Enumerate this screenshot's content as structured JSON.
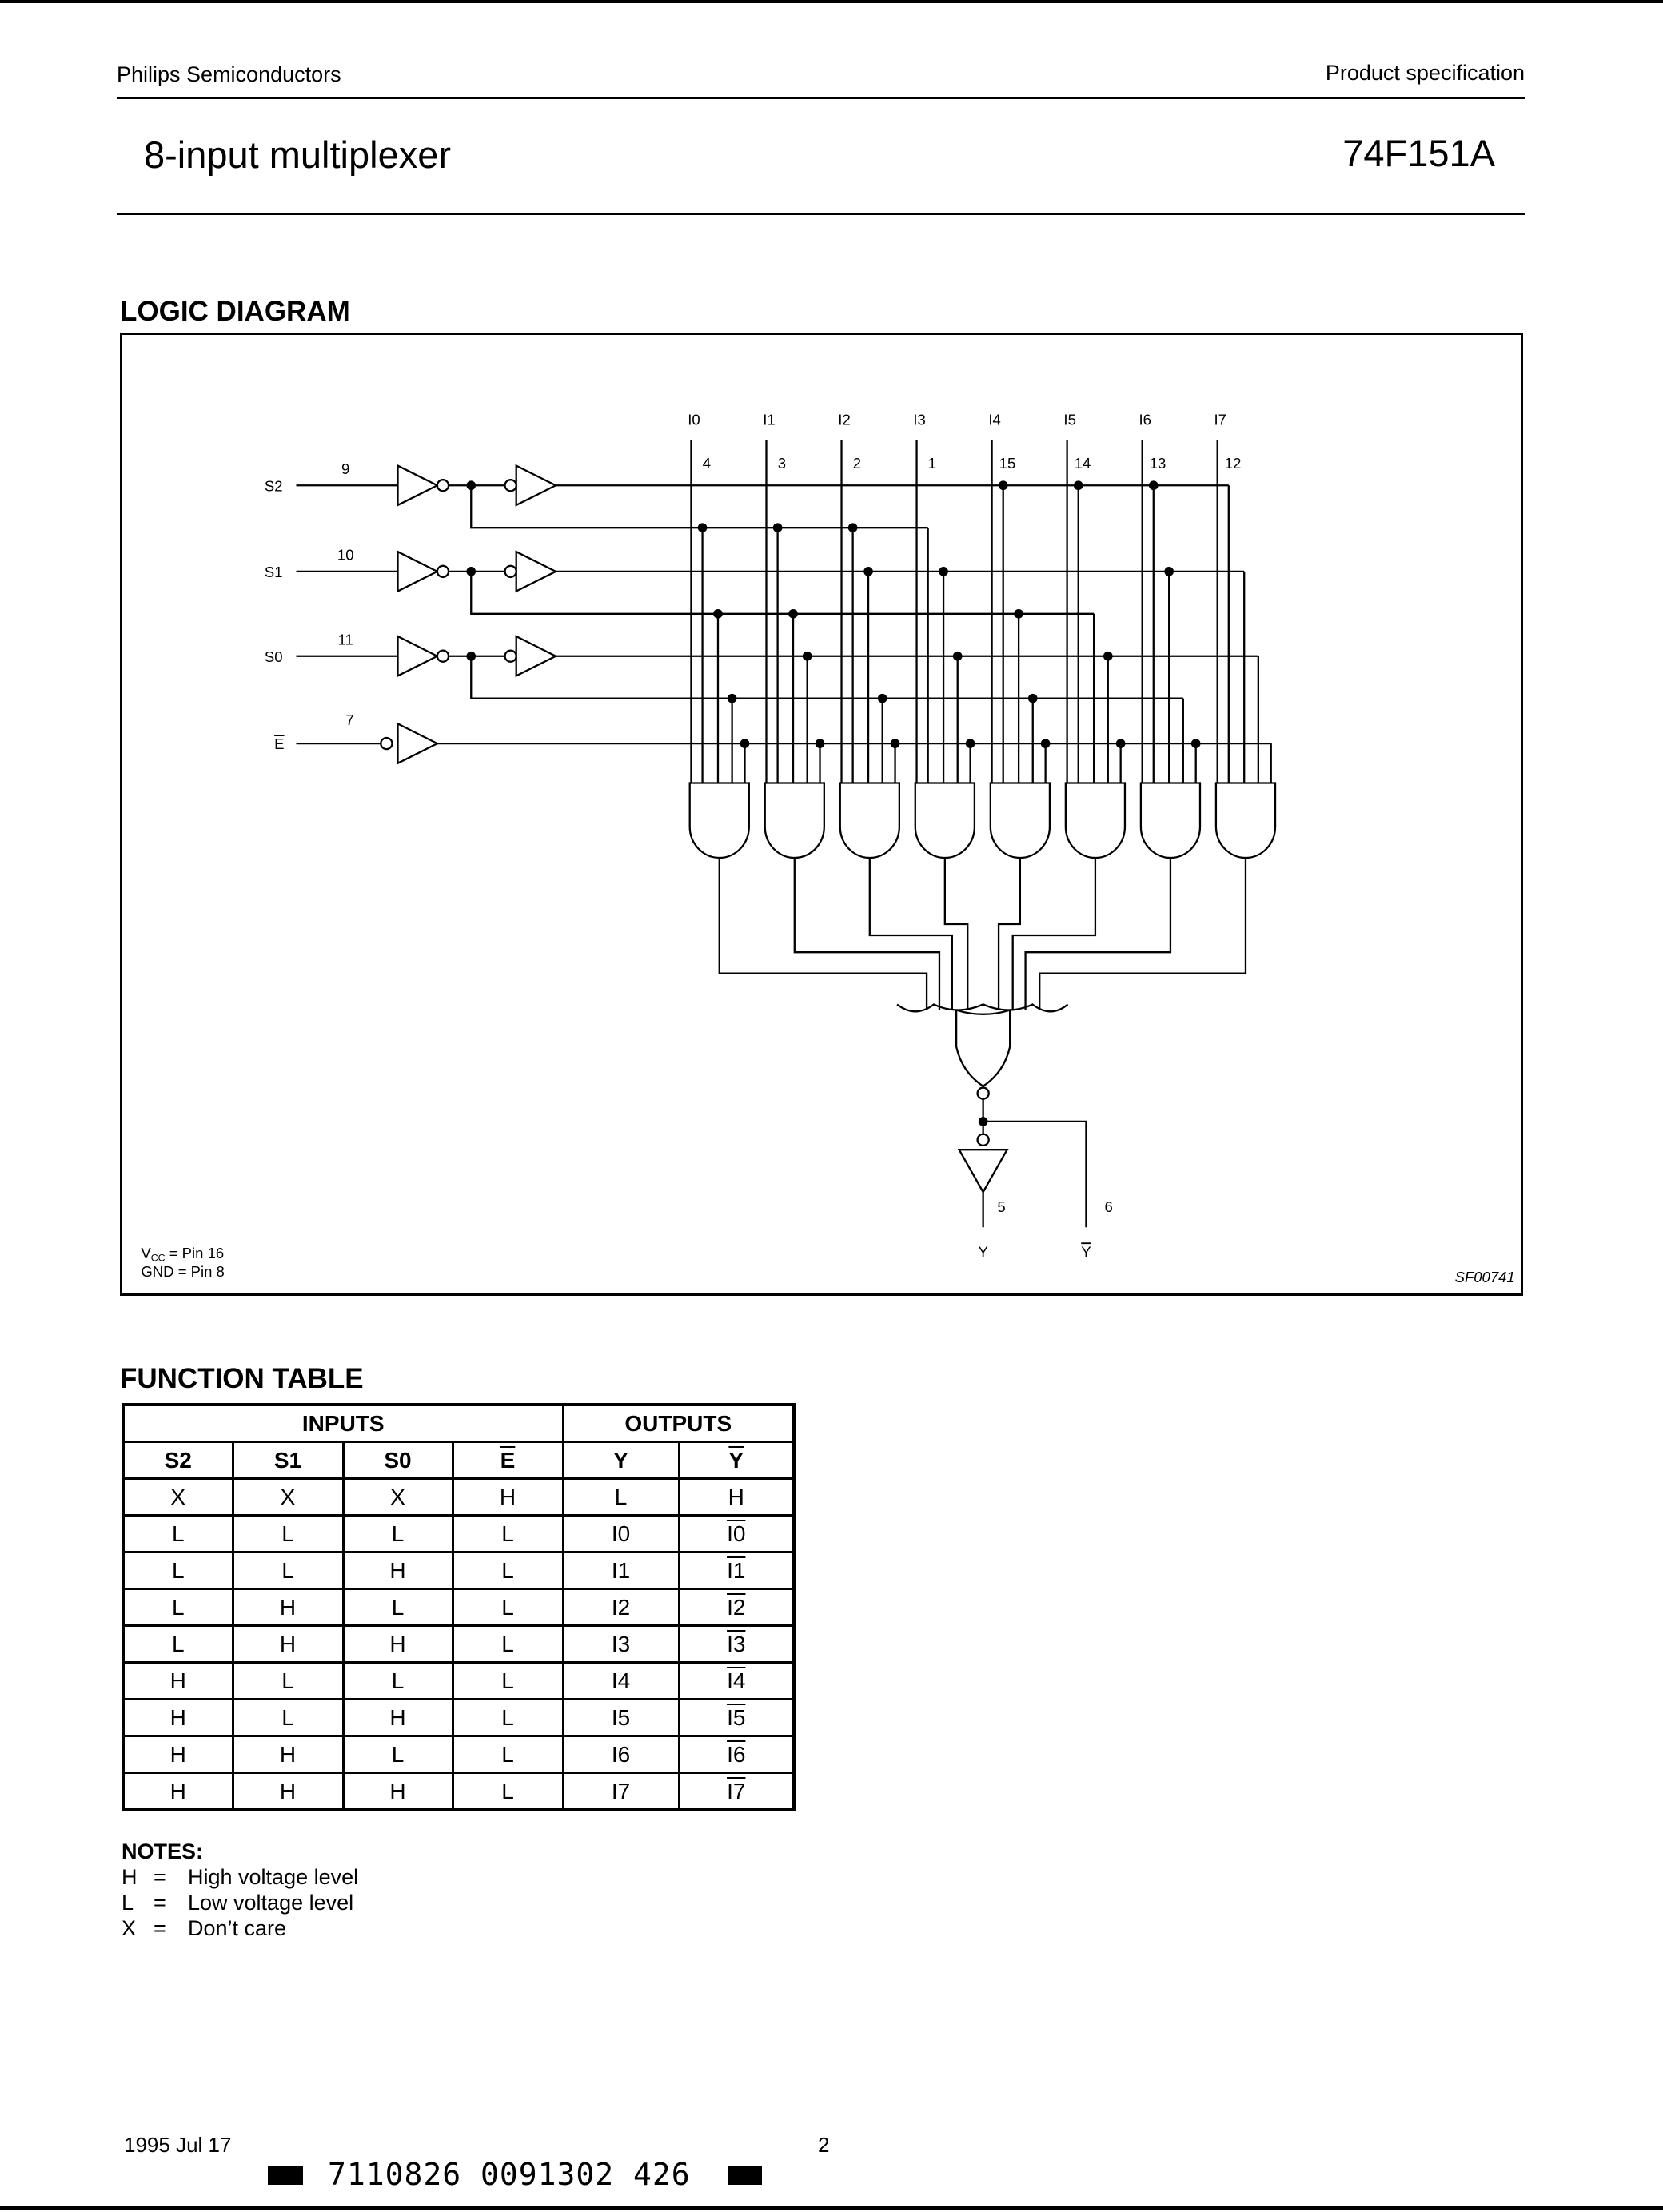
{
  "header": {
    "company": "Philips Semiconductors",
    "doc_type": "Product specification",
    "title": "8-input multiplexer",
    "part_number": "74F151A"
  },
  "logic_diagram": {
    "heading": "LOGIC DIAGRAM",
    "select_inputs": [
      {
        "name": "S2",
        "pin": "9"
      },
      {
        "name": "S1",
        "pin": "10"
      },
      {
        "name": "S0",
        "pin": "11"
      }
    ],
    "enable_input": {
      "name": "E",
      "pin": "7"
    },
    "data_inputs": [
      {
        "name": "I0",
        "pin": "4"
      },
      {
        "name": "I1",
        "pin": "3"
      },
      {
        "name": "I2",
        "pin": "2"
      },
      {
        "name": "I3",
        "pin": "1"
      },
      {
        "name": "I4",
        "pin": "15"
      },
      {
        "name": "I5",
        "pin": "14"
      },
      {
        "name": "I6",
        "pin": "13"
      },
      {
        "name": "I7",
        "pin": "12"
      }
    ],
    "outputs": [
      {
        "name": "Y",
        "pin": "5"
      },
      {
        "name": "Y",
        "pin": "6",
        "overline": true
      }
    ],
    "vcc_note": "Pin 16",
    "vcc_label": "V",
    "vcc_sub": "CC",
    "gnd_note": "GND = Pin 8",
    "figure_id": "SF00741"
  },
  "function_table": {
    "heading": "FUNCTION TABLE",
    "group_headers": [
      "INPUTS",
      "OUTPUTS"
    ],
    "columns": [
      {
        "label": "S2",
        "overline": false
      },
      {
        "label": "S1",
        "overline": false
      },
      {
        "label": "S0",
        "overline": false
      },
      {
        "label": "E",
        "overline": true
      },
      {
        "label": "Y",
        "overline": false
      },
      {
        "label": "Y",
        "overline": true
      }
    ],
    "rows": [
      [
        "X",
        "X",
        "X",
        "H",
        "L",
        "H"
      ],
      [
        "L",
        "L",
        "L",
        "L",
        "I0",
        "I0"
      ],
      [
        "L",
        "L",
        "H",
        "L",
        "I1",
        "I1"
      ],
      [
        "L",
        "H",
        "L",
        "L",
        "I2",
        "I2"
      ],
      [
        "L",
        "H",
        "H",
        "L",
        "I3",
        "I3"
      ],
      [
        "H",
        "L",
        "L",
        "L",
        "I4",
        "I4"
      ],
      [
        "H",
        "L",
        "H",
        "L",
        "I5",
        "I5"
      ],
      [
        "H",
        "H",
        "L",
        "L",
        "I6",
        "I6"
      ],
      [
        "H",
        "H",
        "H",
        "L",
        "I7",
        "I7"
      ]
    ],
    "overline_data_columns": [
      5
    ]
  },
  "notes": {
    "title": "NOTES:",
    "items": [
      {
        "key": "H",
        "eq": "=",
        "text": "High voltage level"
      },
      {
        "key": "L",
        "eq": "=",
        "text": "Low voltage level"
      },
      {
        "key": "X",
        "eq": "=",
        "text": "Don’t care"
      }
    ]
  },
  "footer": {
    "date": "1995 Jul 17",
    "page": "2",
    "barcode_text": "7110826 0091302 426"
  }
}
